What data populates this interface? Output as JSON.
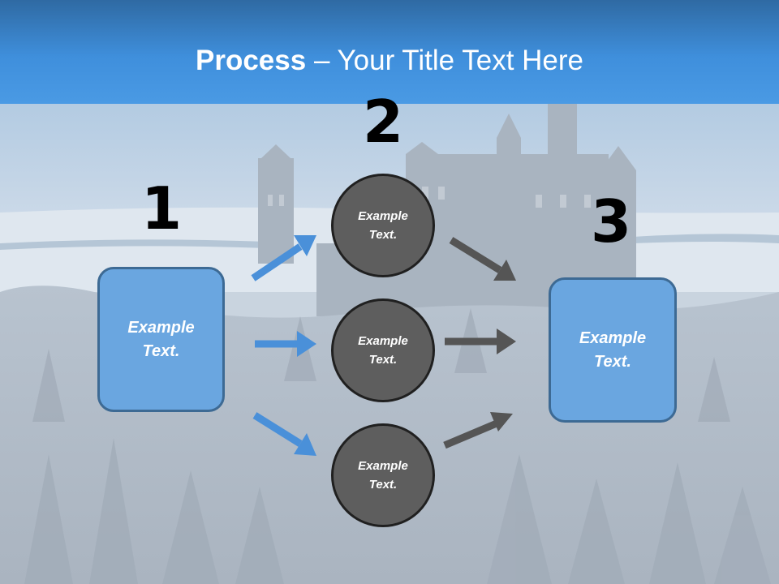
{
  "title": {
    "bold": "Process",
    "rest": " – Your Title Text Here"
  },
  "steps": {
    "one": {
      "number": "1",
      "text_line1": "Example",
      "text_line2": "Text."
    },
    "two": {
      "number": "2",
      "circles": [
        {
          "line1": "Example",
          "line2": "Text."
        },
        {
          "line1": "Example",
          "line2": "Text."
        },
        {
          "line1": "Example",
          "line2": "Text."
        }
      ]
    },
    "three": {
      "number": "3",
      "text_line1": "Example",
      "text_line2": "Text."
    }
  },
  "colors": {
    "header": "#3f8fdc",
    "box_fill": "#6aa6e0",
    "box_border": "#3d6a94",
    "circle_fill": "#5e5e5e",
    "blue_arrow": "#4a90d9",
    "gray_arrow": "#555555"
  }
}
